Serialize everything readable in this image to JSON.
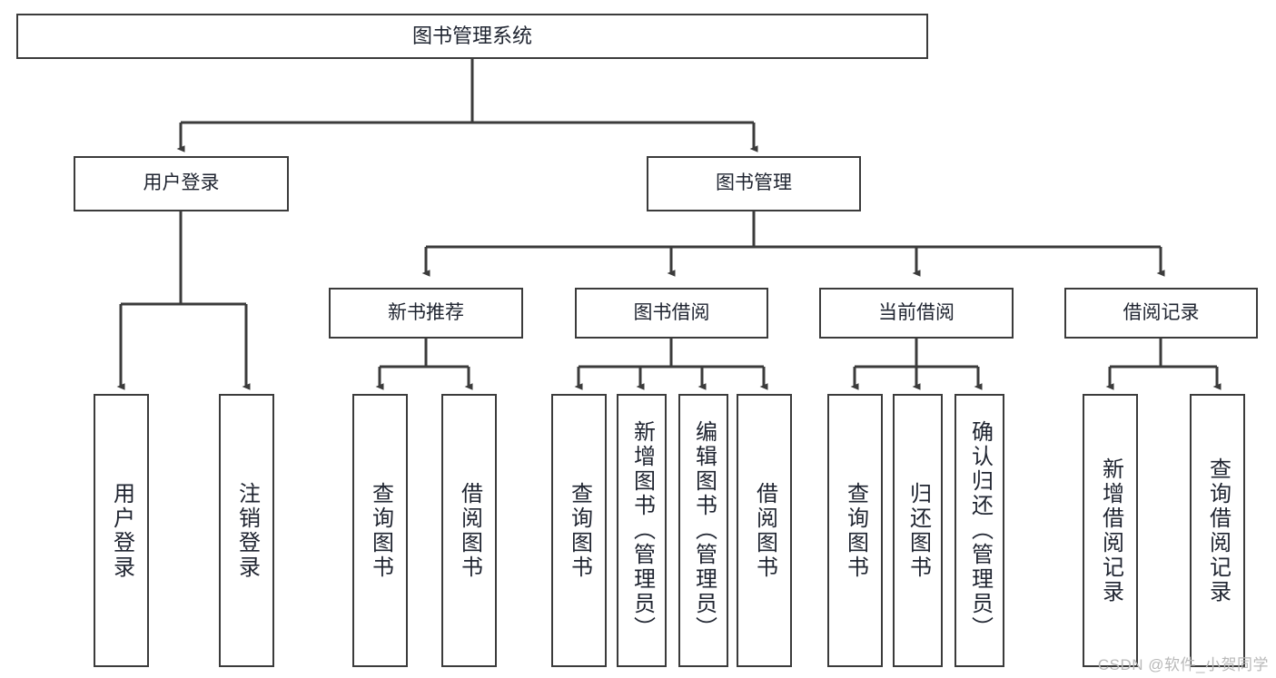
{
  "diagram": {
    "title": "图书管理系统",
    "type": "hierarchy-tree",
    "watermark": "CSDN @软件_小贺同学",
    "colors": {
      "box_border": "#3b3b3b",
      "box_fill": "#ffffff",
      "connector": "#3b3b3b",
      "text": "#1f2430",
      "watermark": "#b9b9b9",
      "background": "#ffffff"
    },
    "nodes": {
      "root": {
        "label": "图书管理系统"
      },
      "level2": [
        {
          "label": "用户登录"
        },
        {
          "label": "图书管理"
        }
      ],
      "level3": [
        {
          "label": "新书推荐"
        },
        {
          "label": "图书借阅"
        },
        {
          "label": "当前借阅"
        },
        {
          "label": "借阅记录"
        }
      ],
      "leaves": {
        "user_login": [
          {
            "label": "用户登录"
          },
          {
            "label": "注销登录"
          }
        ],
        "new_book_recommend": [
          {
            "label": "查询图书"
          },
          {
            "label": "借阅图书"
          }
        ],
        "book_borrow": [
          {
            "label": "查询图书"
          },
          {
            "label": "新增图书（管理员）"
          },
          {
            "label": "编辑图书（管理员）"
          },
          {
            "label": "借阅图书"
          }
        ],
        "current_borrow": [
          {
            "label": "查询图书"
          },
          {
            "label": "归还图书"
          },
          {
            "label": "确认归还（管理员）"
          }
        ],
        "borrow_record": [
          {
            "label": "新增借阅记录"
          },
          {
            "label": "查询借阅记录"
          }
        ]
      }
    }
  }
}
